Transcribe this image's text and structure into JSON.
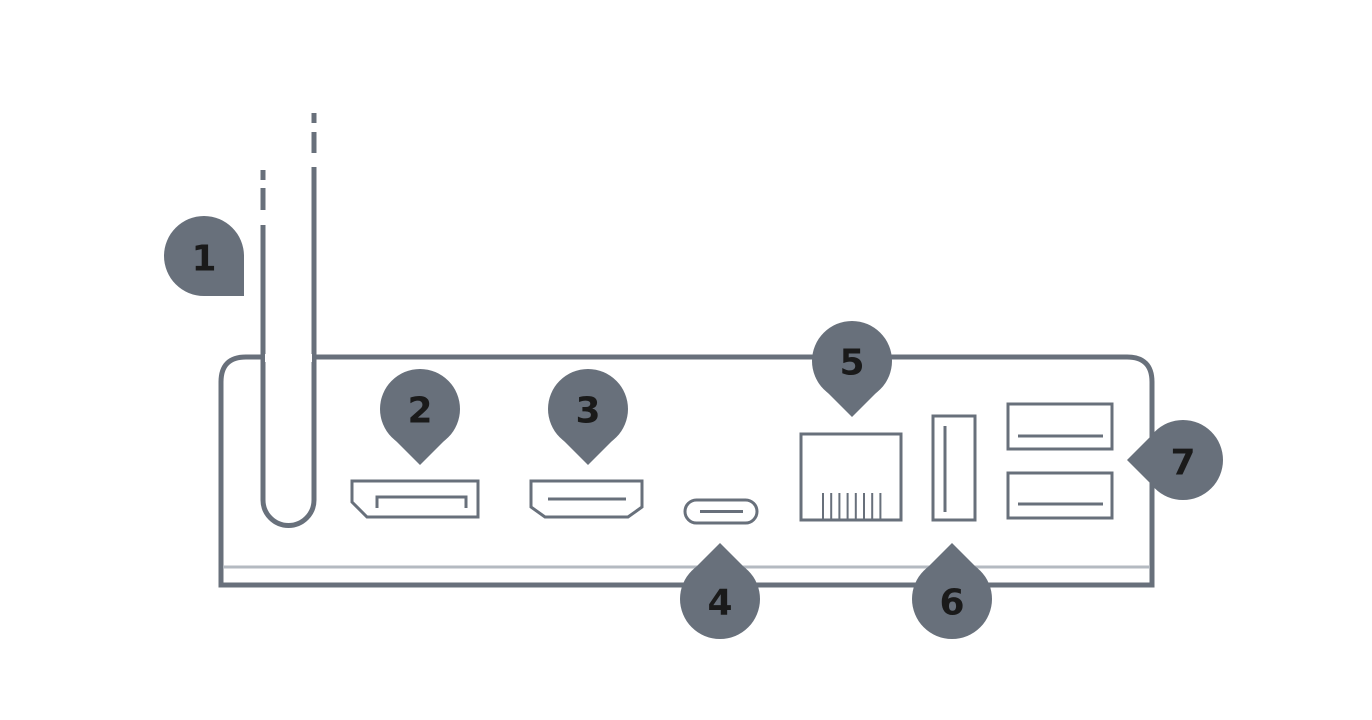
{
  "colors": {
    "stroke": "#68707b",
    "marker": "#68707b",
    "base_line": "#b4bac1",
    "label": "#1a1a1a"
  },
  "markers": [
    {
      "label": "1"
    },
    {
      "label": "2"
    },
    {
      "label": "3"
    },
    {
      "label": "4"
    },
    {
      "label": "5"
    },
    {
      "label": "6"
    },
    {
      "label": "7"
    }
  ]
}
